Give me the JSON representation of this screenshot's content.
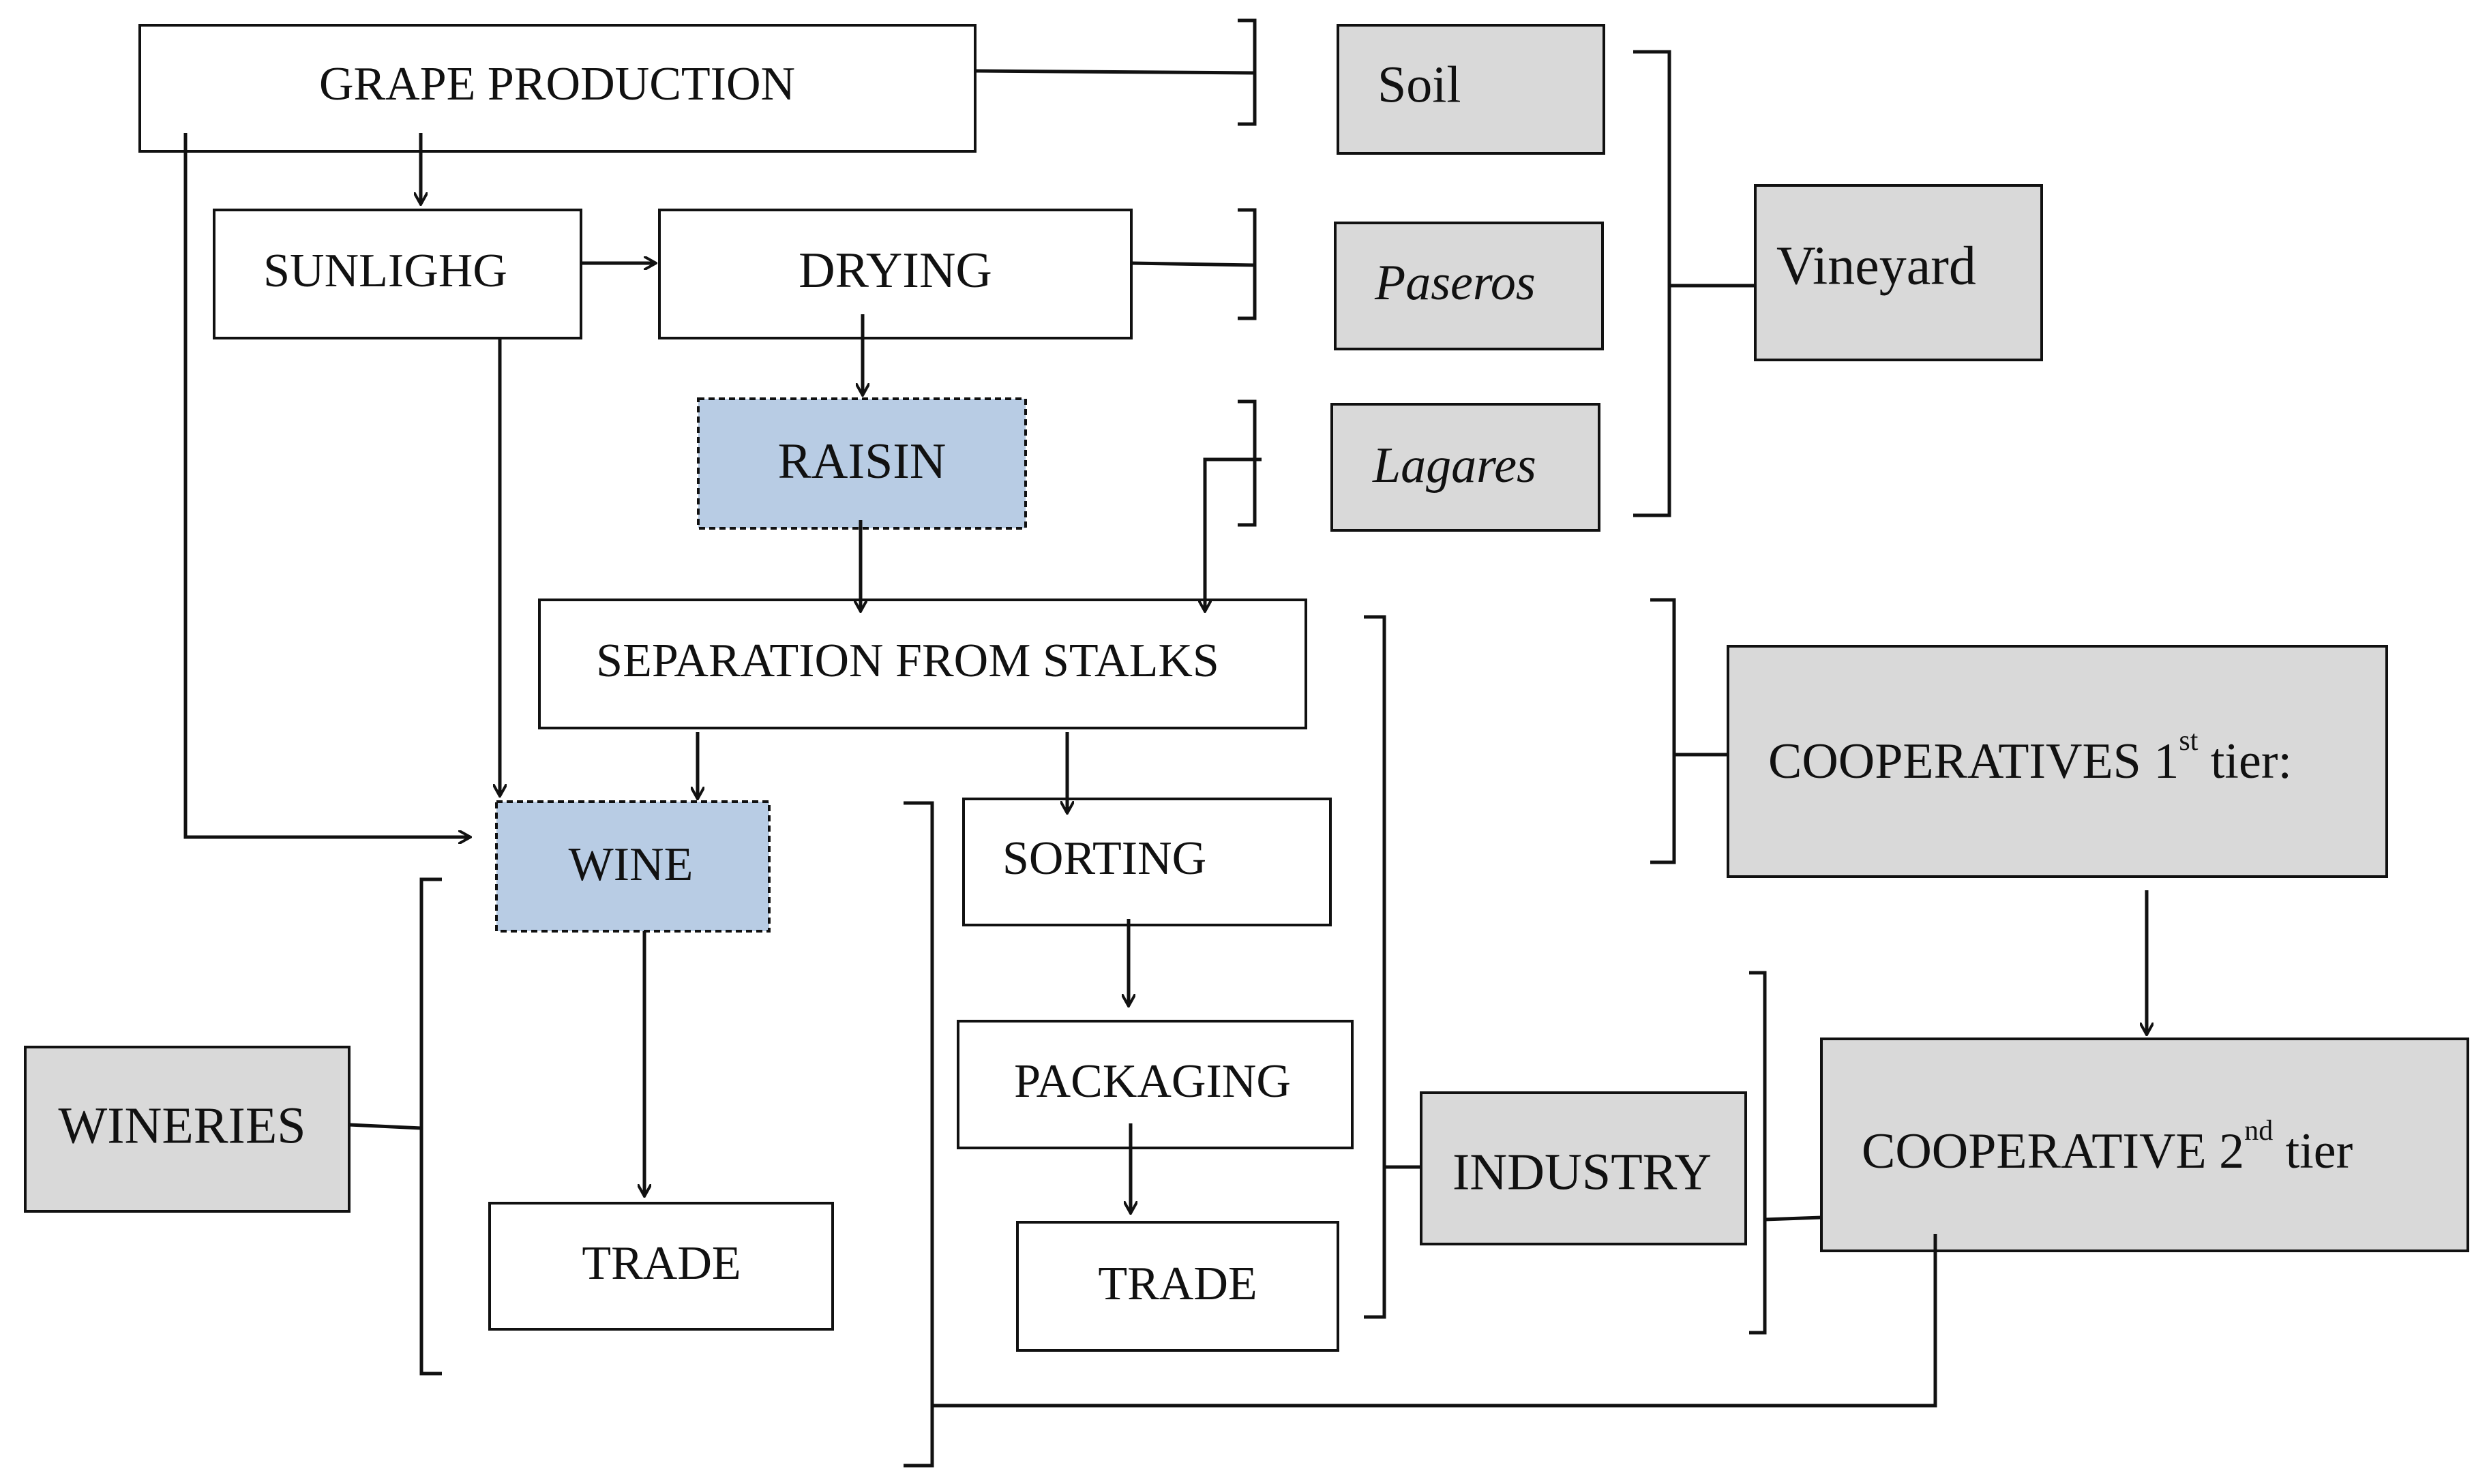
{
  "colors": {
    "white_box": "#ffffff",
    "grey_box": "#d9d9d9",
    "blue_box": "#b8cce4",
    "stroke": "#111111"
  },
  "nodes": {
    "grape_production": "GRAPE PRODUCTION",
    "sunlighg": "SUNLIGHG",
    "drying": "DRYING",
    "raisin": "RAISIN",
    "separation": "SEPARATION FROM STALKS",
    "wine": "WINE",
    "trade_wine": "TRADE",
    "sorting": "SORTING",
    "packaging": "PACKAGING",
    "trade_raisin": "TRADE",
    "soil": "Soil",
    "paseros": "Paseros",
    "lagares": "Lagares",
    "vineyard": "Vineyard",
    "wineries": "WINERIES",
    "industry": "INDUSTRY",
    "cooperatives_1": {
      "main": "COOPERATIVES 1",
      "sup": "st",
      "tail": " tier:"
    },
    "cooperative_2": {
      "main": "COOPERATIVE 2",
      "sup": "nd",
      "tail": " tier"
    }
  }
}
